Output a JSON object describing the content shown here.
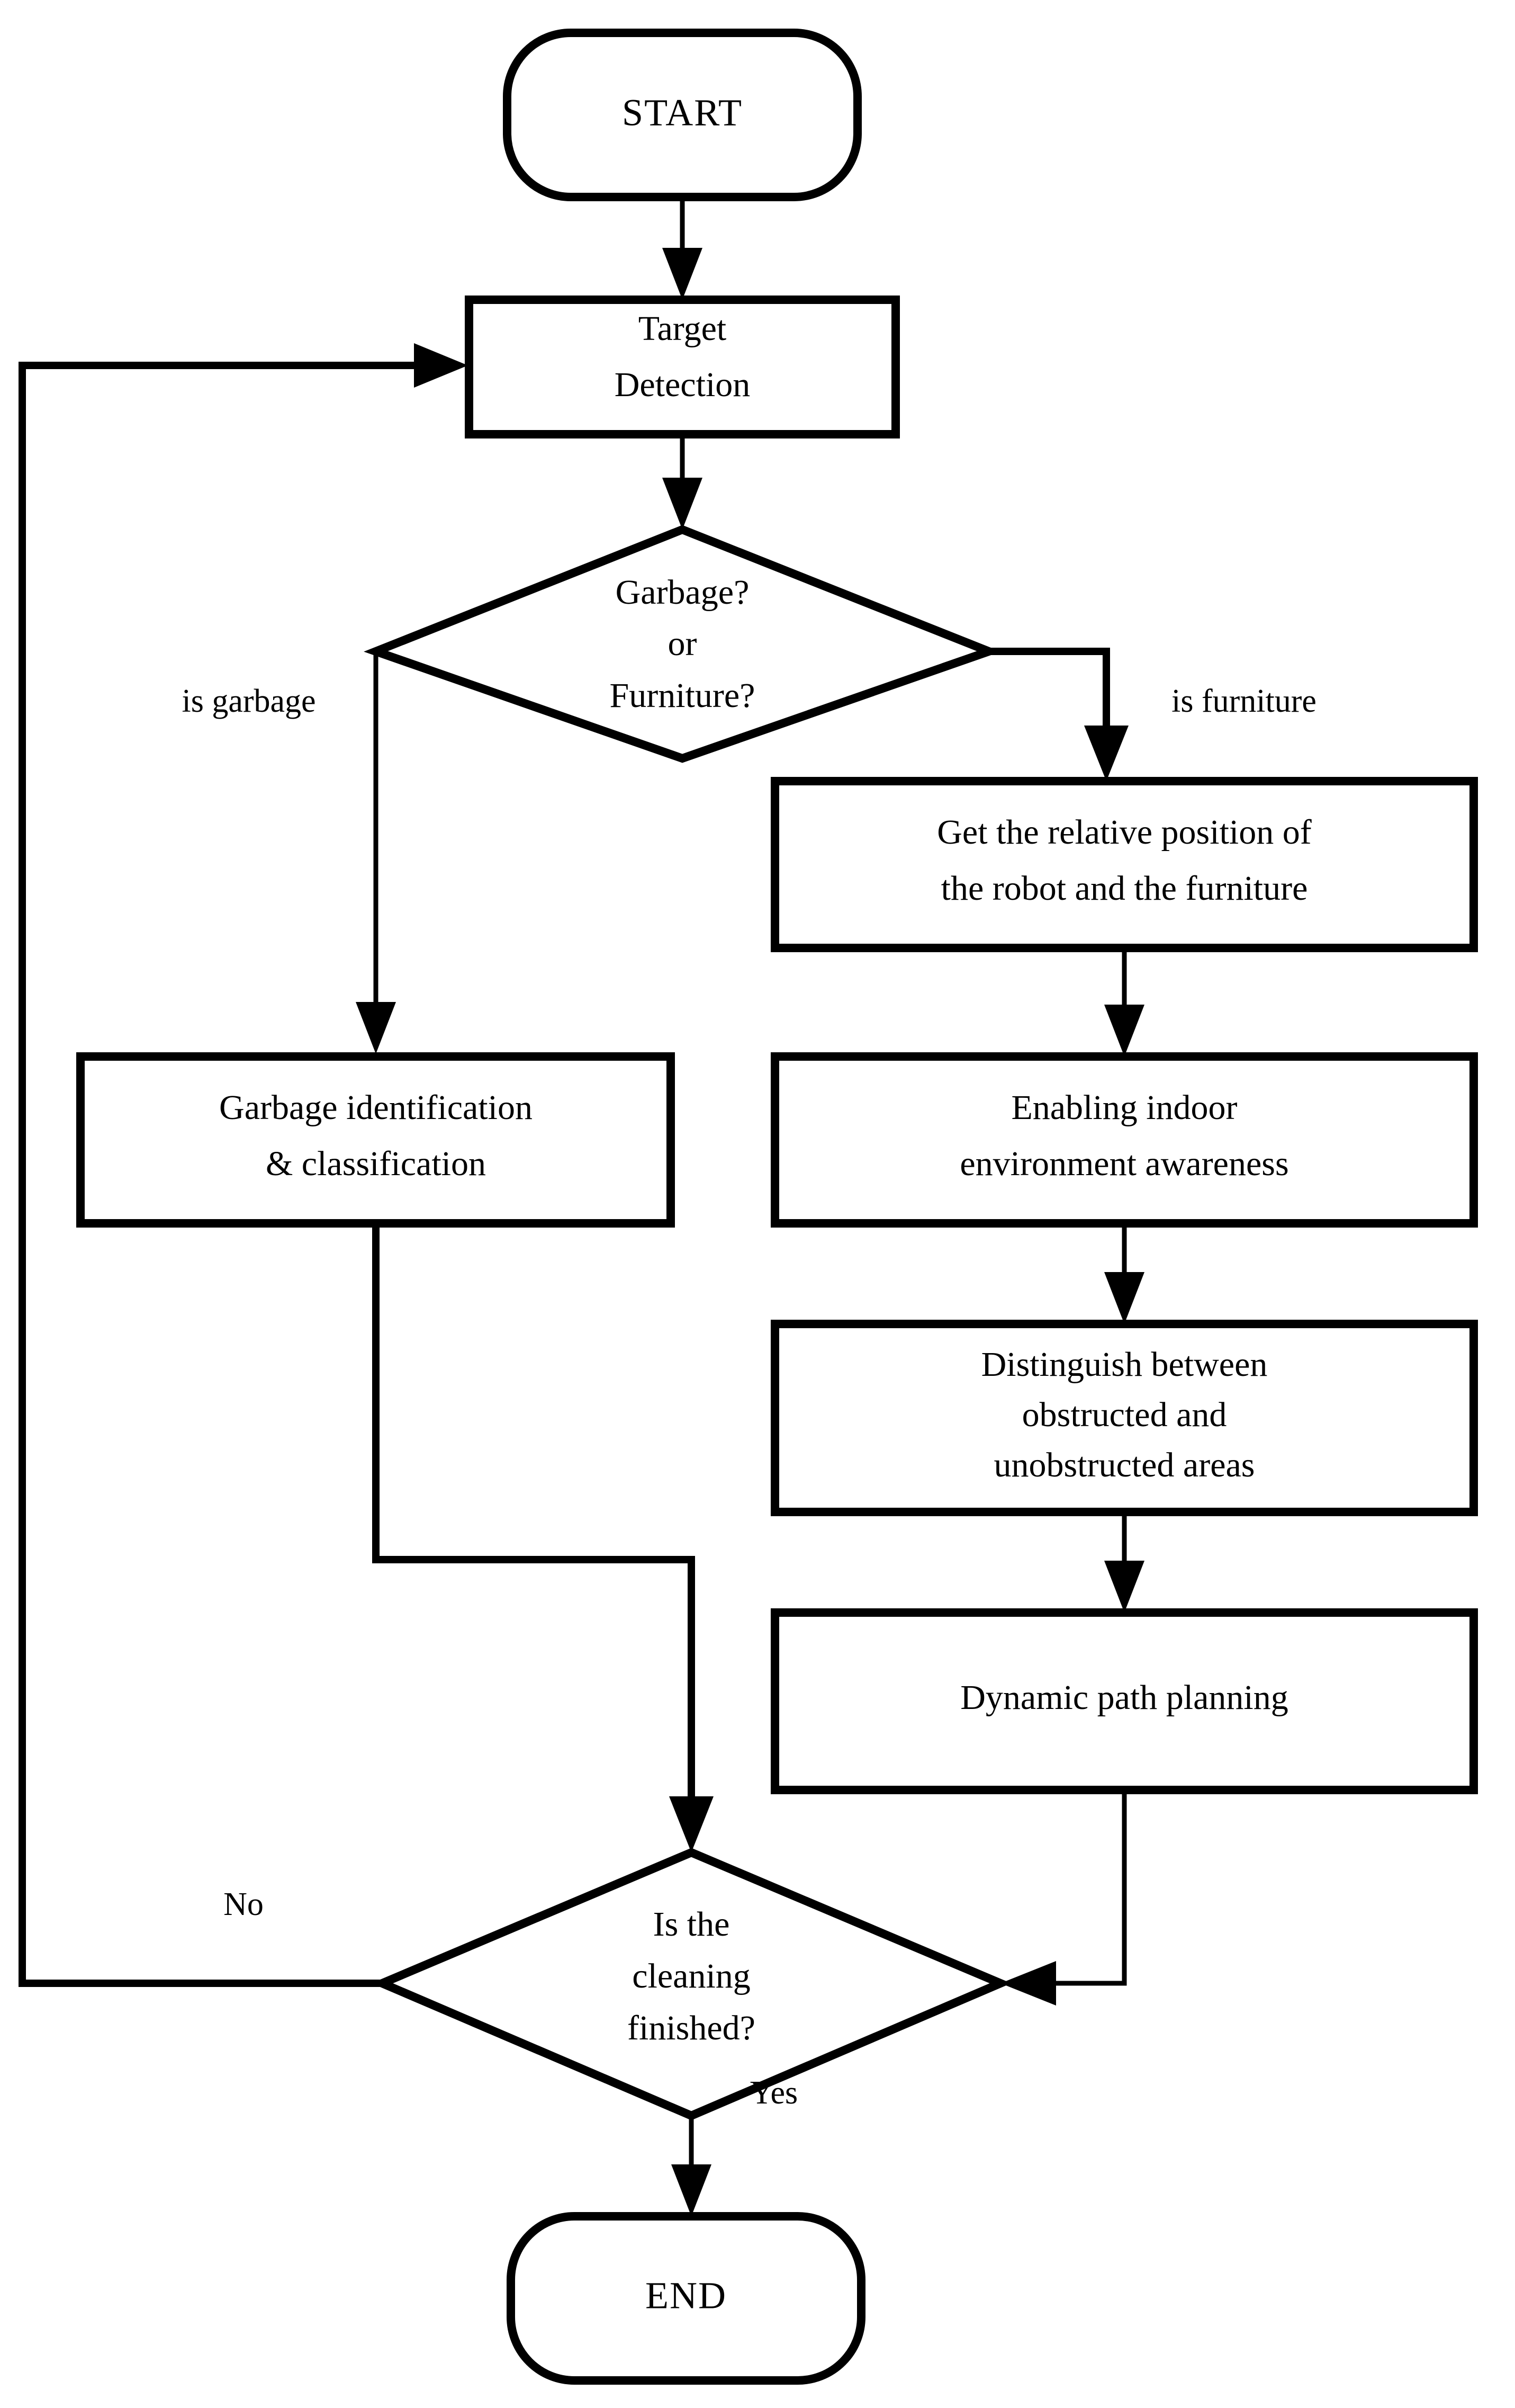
{
  "diagram": {
    "title": "Robot cleaning task flowchart",
    "background_color": "#ffffff",
    "line_color": "#000000",
    "nodes": {
      "start": {
        "label": "START",
        "shape": "terminal"
      },
      "target_detection": {
        "label_line1": "Target",
        "label_line2": "Detection",
        "shape": "process"
      },
      "decision_type": {
        "label_line1": "Garbage?",
        "label_line2": "or",
        "label_line3": "Furniture?",
        "shape": "decision"
      },
      "garbage_box": {
        "label_line1": "Garbage identification",
        "label_line2": "& classification",
        "shape": "process"
      },
      "relative_position": {
        "label_line1": "Get the relative position of",
        "label_line2": "the robot and the furniture",
        "shape": "process"
      },
      "environment_awareness": {
        "label_line1": "Enabling indoor",
        "label_line2": "environment awareness",
        "shape": "process"
      },
      "distinguish_areas": {
        "label_line1": "Distinguish between",
        "label_line2": "obstructed and",
        "label_line3": "unobstructed areas",
        "shape": "process"
      },
      "path_planning": {
        "label": "Dynamic path planning",
        "shape": "process"
      },
      "decision_finished": {
        "label_line1": "Is the",
        "label_line2": "cleaning",
        "label_line3": "finished?",
        "shape": "decision"
      },
      "end": {
        "label": "END",
        "shape": "terminal"
      }
    },
    "edge_labels": {
      "is_garbage": "is garbage",
      "is_furniture": "is furniture",
      "no": "No",
      "yes": "Yes"
    }
  }
}
